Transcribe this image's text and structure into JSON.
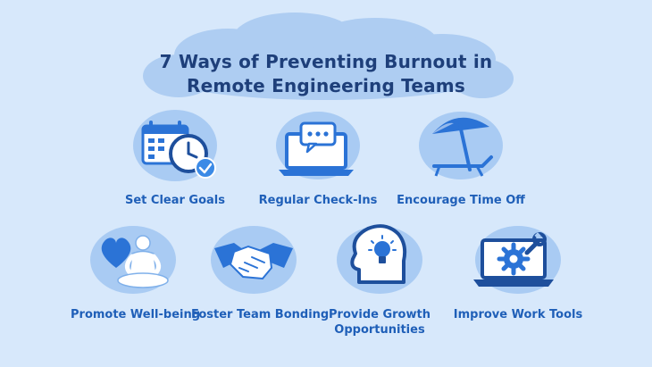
{
  "title": {
    "line1": "7 Ways of Preventing Burnout in",
    "line2": "Remote Engineering Teams"
  },
  "colors": {
    "background": "#d7e8fb",
    "cloud": "#aecdf2",
    "blob": "#a9cbf3",
    "icon_blue": "#2b73d6",
    "title_text": "#1e3f7a",
    "label_text": "#1f5fb8"
  },
  "items": [
    {
      "label": "Set Clear Goals",
      "icon": "calendar-clock-icon"
    },
    {
      "label": "Regular Check-Ins",
      "icon": "laptop-chat-icon"
    },
    {
      "label": "Encourage Time Off",
      "icon": "beach-chair-icon"
    },
    {
      "label": "Promote Well-being",
      "icon": "meditation-heart-icon"
    },
    {
      "label": "Foster Team Bonding",
      "icon": "handshake-icon"
    },
    {
      "label_line1": "Provide Growth",
      "label_line2": "Opportunities",
      "icon": "head-lightbulb-icon"
    },
    {
      "label": "Improve Work Tools",
      "icon": "laptop-gear-icon"
    }
  ]
}
